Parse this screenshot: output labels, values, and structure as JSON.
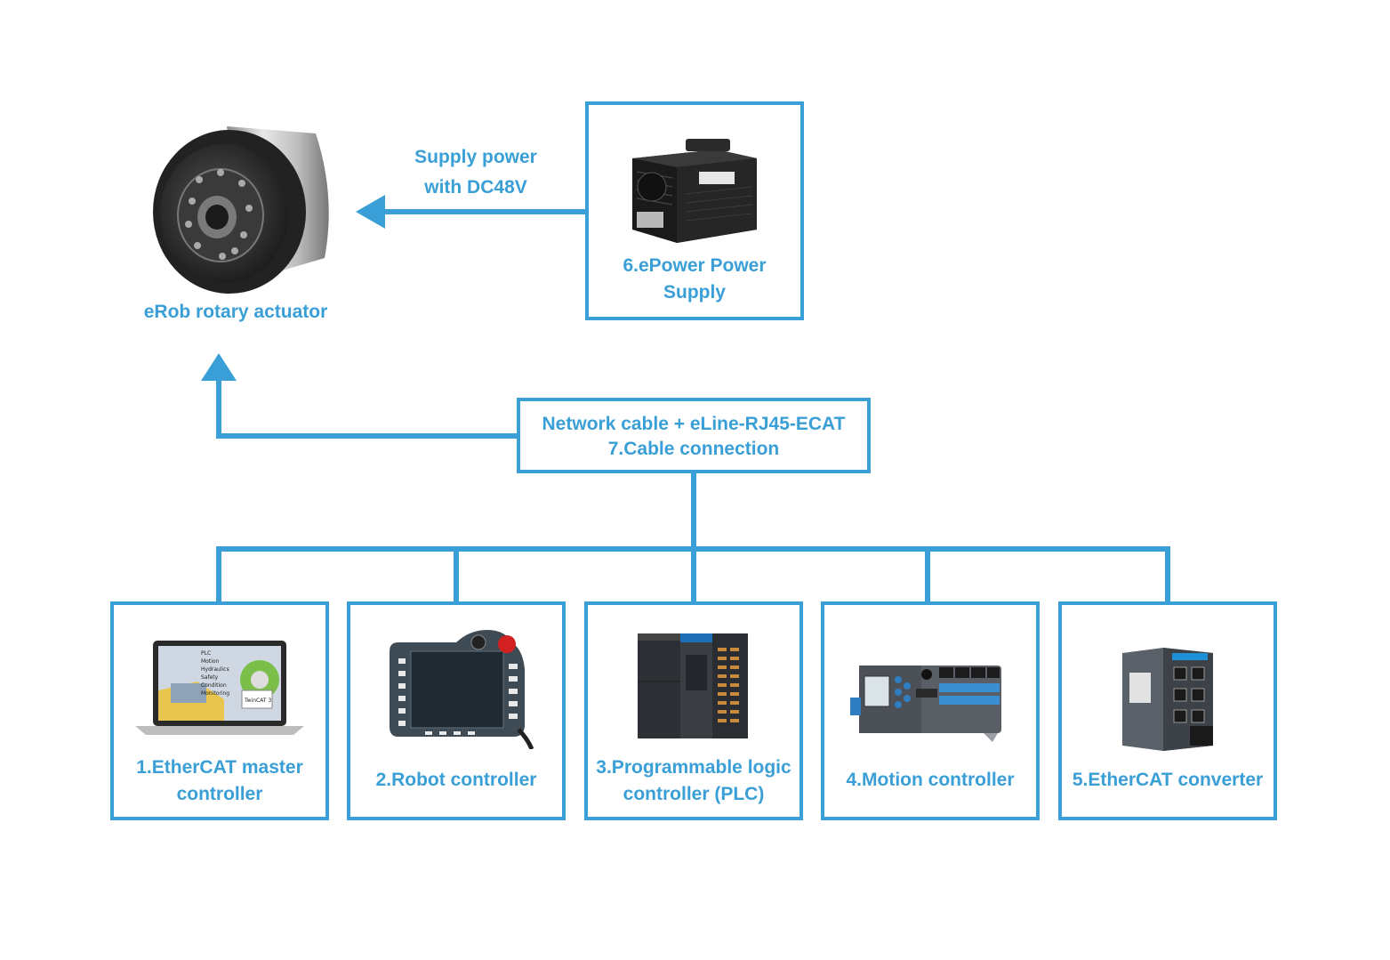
{
  "colors": {
    "accent": "#3a9fd6"
  },
  "actuator": {
    "label": "eRob rotary actuator",
    "icon": "rotary-actuator-icon"
  },
  "power_arrow": {
    "label_line1": "Supply power",
    "label_line2": "with DC48V"
  },
  "power_supply": {
    "label_line1": "6.ePower Power",
    "label_line2": "Supply",
    "icon": "power-supply-icon"
  },
  "cable": {
    "line1": "Network cable + eLine-RJ45-ECAT",
    "line2": "7.Cable connection"
  },
  "controllers": [
    {
      "line1": "1.EtherCAT master",
      "line2": "controller",
      "icon": "laptop-icon",
      "screen_text": [
        "PLC",
        "Motion",
        "Hydraulics",
        "Safety",
        "Condition",
        "Monitoring"
      ],
      "badge_text": "TwinCAT 3"
    },
    {
      "line1": "2.Robot controller",
      "line2": "",
      "icon": "teach-pendant-icon"
    },
    {
      "line1": "3.Programmable logic",
      "line2": "controller (PLC)",
      "icon": "plc-icon"
    },
    {
      "line1": "4.Motion controller",
      "line2": "",
      "icon": "motion-controller-icon"
    },
    {
      "line1": "5.EtherCAT converter",
      "line2": "",
      "icon": "ethercat-converter-icon"
    }
  ]
}
